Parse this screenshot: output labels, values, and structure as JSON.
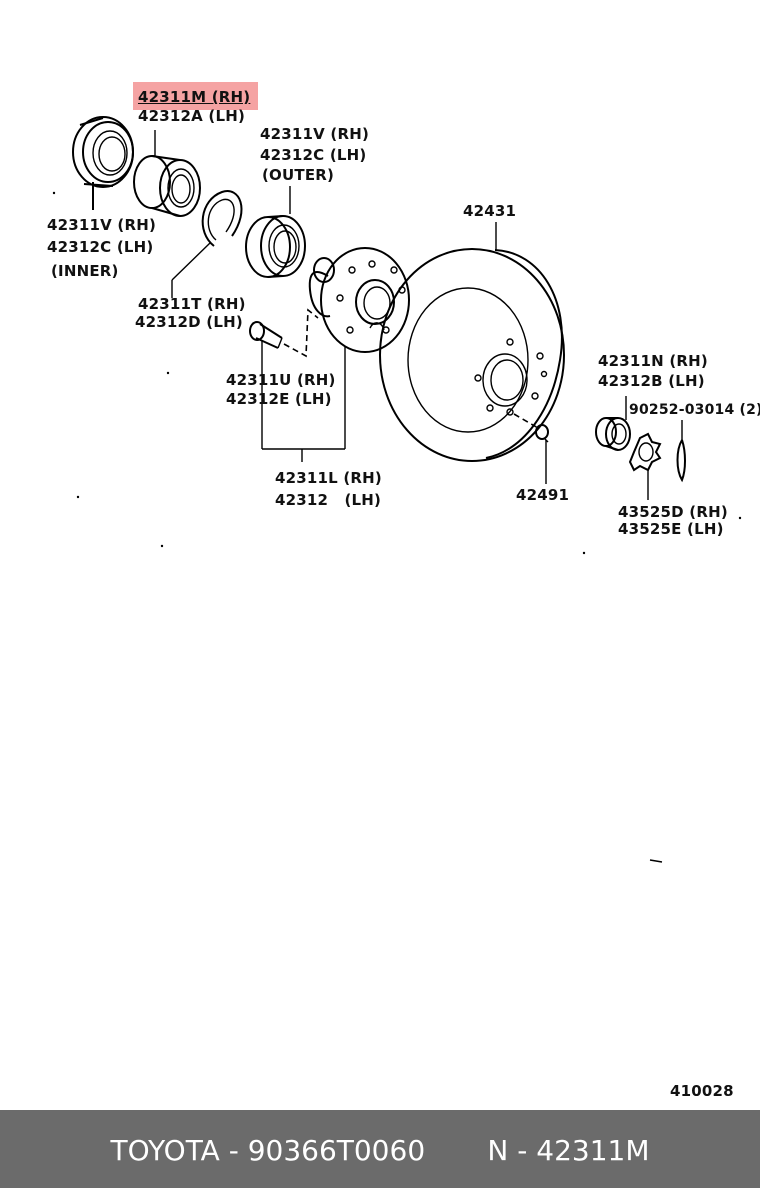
{
  "labels": {
    "bearing_rh": "42311M (RH)",
    "bearing_lh": "42312A (LH)",
    "outer_seal_rh": "42311V (RH)",
    "outer_seal_lh": "42312C (LH)",
    "outer_seal_note": "(OUTER)",
    "disc": "42431",
    "inner_seal_rh": "42311V (RH)",
    "inner_seal_lh": "42312C (LH)",
    "inner_seal_note": "(INNER)",
    "snap_ring_rh": "42311T (RH)",
    "snap_ring_lh": "42312D (LH)",
    "hub_bolt_rh": "42311U (RH)",
    "hub_bolt_lh": "42312E (LH)",
    "hub_rh": "42311L (RH)",
    "hub_lh": "42312   (LH)",
    "hub_nut_rh": "42311N (RH)",
    "hub_nut_lh": "42312B (LH)",
    "cotter_pin": "90252-03014 (2)",
    "screw": "42491",
    "lock_cap_rh": "43525D (RH)",
    "lock_cap_lh": "43525E (LH)",
    "figure_number": "410028"
  },
  "footer": {
    "text": "TOYOTA - 90366T0060       N - 42311M"
  },
  "colors": {
    "highlight": "#f5a3a3",
    "footer_bg": "#6b6b6b",
    "footer_text": "#ffffff"
  }
}
